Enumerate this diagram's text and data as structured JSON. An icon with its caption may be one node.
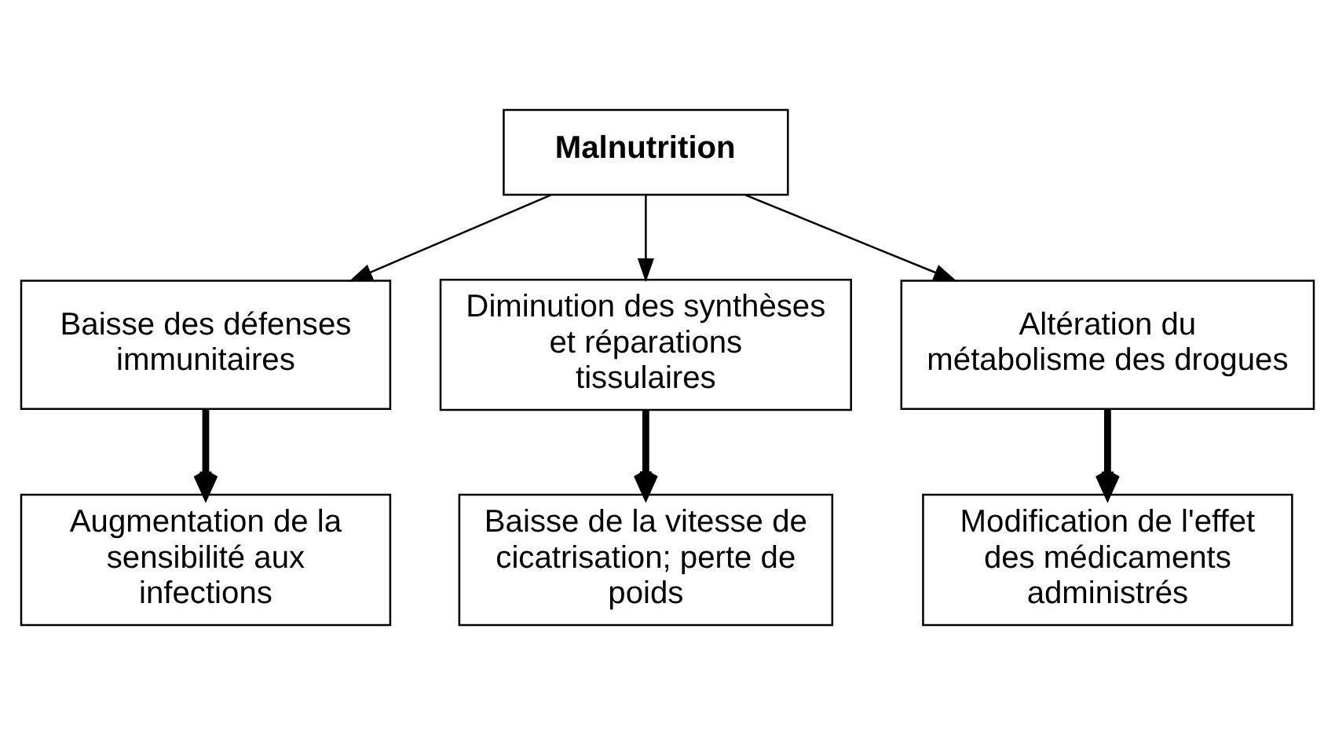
{
  "diagram": {
    "nodes": [
      {
        "text": [
          "Malnutrition"
        ]
      },
      {
        "text": [
          "Baisse des défenses immunitaires"
        ]
      },
      {
        "text": [
          "Diminution des synthèses et réparations tissulaires"
        ]
      },
      {
        "text": [
          "Altération du métabolisme des drogues"
        ]
      },
      {
        "text": [
          "Augmentation de la sensibilité aux infections"
        ]
      },
      {
        "text": [
          "Baisse de la vitesse de cicatrisation; perte de poids"
        ]
      },
      {
        "text": [
          "Modification de l'effet des médicaments administrés"
        ]
      }
    ],
    "edges": [
      {
        "from": 0,
        "to": 1,
        "arrow": "to"
      },
      {
        "from": 0,
        "to": 2,
        "arrow": "to"
      },
      {
        "from": 0,
        "to": 3,
        "arrow": "to"
      },
      {
        "from": 1,
        "to": 4,
        "arrow": "to",
        "style": "thick"
      },
      {
        "from": 2,
        "to": 5,
        "arrow": "to",
        "style": "thick"
      },
      {
        "from": 3,
        "to": 6,
        "arrow": "to",
        "style": "thick"
      }
    ]
  }
}
